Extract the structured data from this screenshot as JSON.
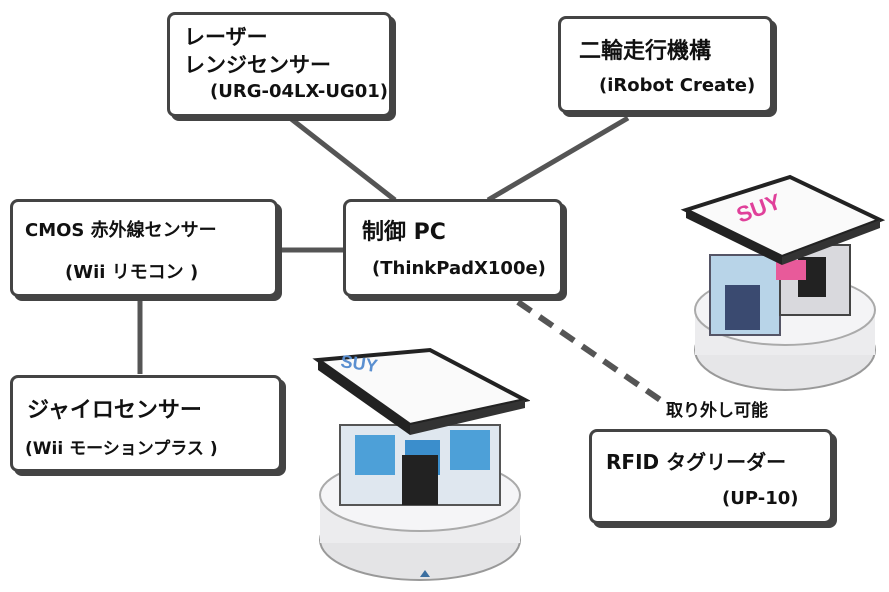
{
  "nodes": {
    "laser": {
      "line1": "レーザー",
      "line2": "レンジセンサー",
      "model": "(URG-04LX-UG01)"
    },
    "drive": {
      "title": "二輪走行機構",
      "model": "(iRobot Create)"
    },
    "cmos": {
      "title": "CMOS 赤外線センサー",
      "model": "(Wii リモコン )"
    },
    "pc": {
      "title": "制御 PC",
      "model": "(ThinkPadX100e)"
    },
    "gyro": {
      "title": "ジャイロセンサー",
      "model": "(Wii モーションプラス )"
    },
    "rfid": {
      "title": "RFID タグリーダー",
      "model": "(UP-10)"
    }
  },
  "removable_label": "取り外し可能",
  "robot_logo": "SUY",
  "colors": {
    "line": "#555555",
    "border": "#444444",
    "logo": "#e0409a"
  }
}
